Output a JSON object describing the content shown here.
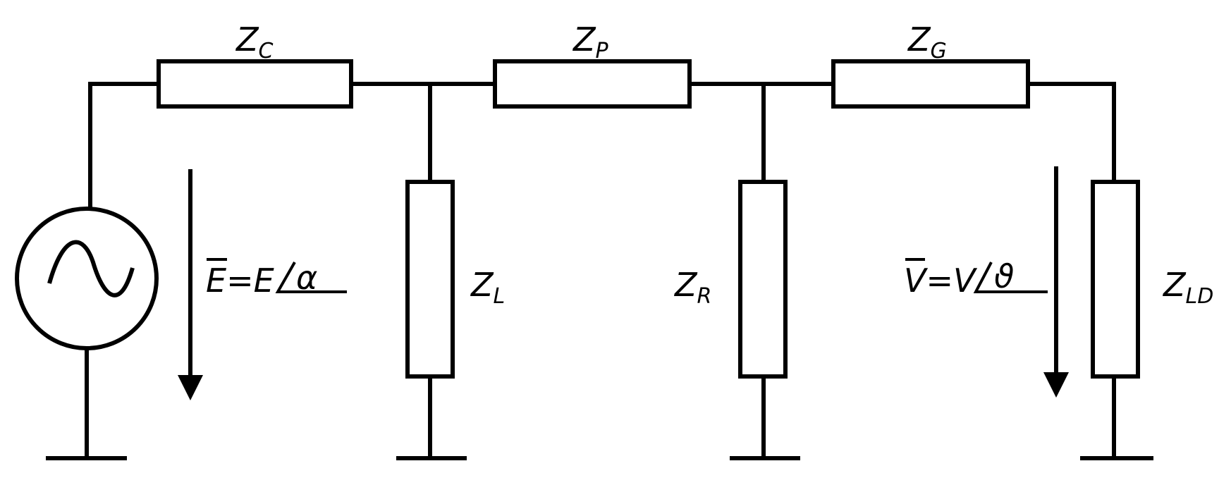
{
  "labels": {
    "zc": {
      "main": "Z",
      "sub": "C"
    },
    "zp": {
      "main": "Z",
      "sub": "P"
    },
    "zg": {
      "main": "Z",
      "sub": "G"
    },
    "zl": {
      "main": "Z",
      "sub": "L"
    },
    "zr": {
      "main": "Z",
      "sub": "R"
    },
    "zld": {
      "main": "Z",
      "sub": "LD"
    },
    "source_voltage": {
      "lhs": "E",
      "rhs": "=E",
      "angle": "α"
    },
    "load_voltage": {
      "lhs": "V",
      "rhs": "=V",
      "angle": "ϑ"
    }
  }
}
